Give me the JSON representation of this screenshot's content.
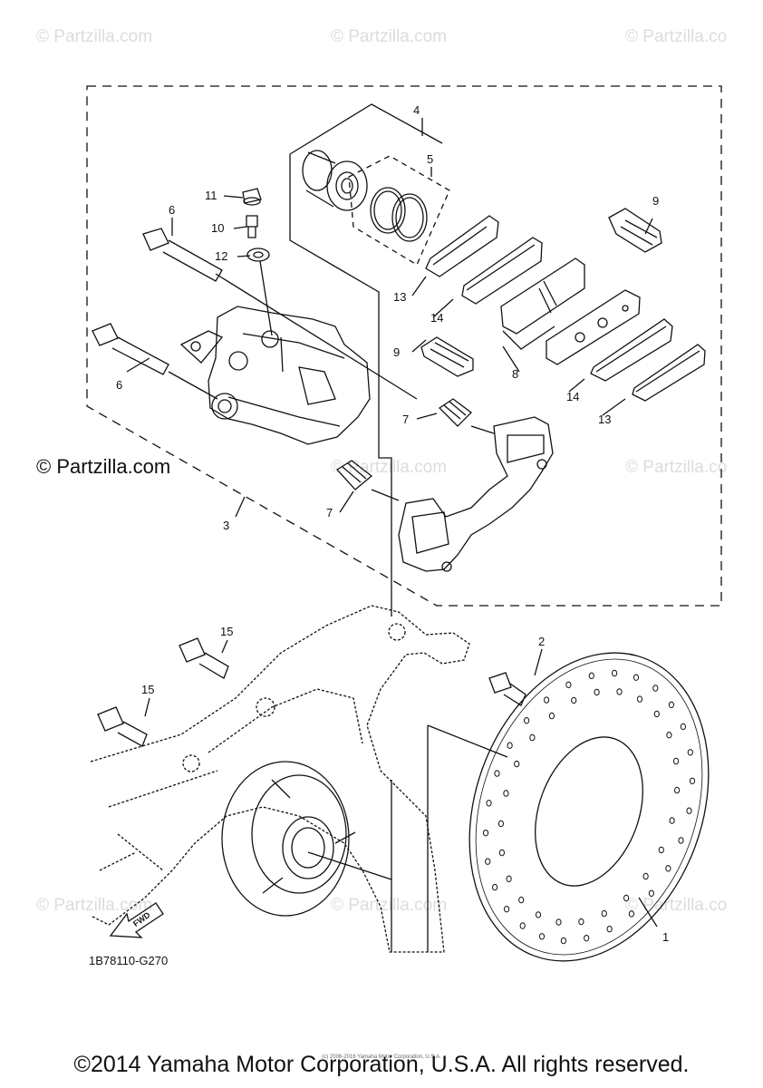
{
  "watermarks": {
    "small": "© Partzilla.com",
    "small_cut": "© Partzilla.co",
    "big": "© Partzilla.com"
  },
  "callouts": {
    "c1": "1",
    "c2": "2",
    "c3": "3",
    "c4": "4",
    "c5": "5",
    "c6a": "6",
    "c6b": "6",
    "c7a": "7",
    "c7b": "7",
    "c8": "8",
    "c9a": "9",
    "c9b": "9",
    "c10": "10",
    "c11": "11",
    "c12": "12",
    "c13a": "13",
    "c13b": "13",
    "c14a": "14",
    "c14b": "14",
    "c15a": "15",
    "c15b": "15"
  },
  "fwd_label": "FWD",
  "diagram_code": "1B78110-G270",
  "tiny_credit": "(c) 2006-2016 Yamaha Motor Corporation, U.S.A.",
  "copyright": "©2014 Yamaha Motor Corporation, U.S.A. All rights reserved."
}
